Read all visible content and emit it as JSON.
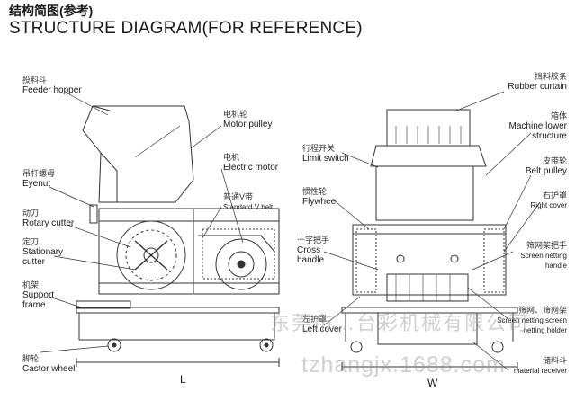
{
  "title_cn": "结构简图(参考)",
  "title_en": "STRUCTURE DIAGRAM(FOR REFERENCE)",
  "labels": {
    "feeder_hopper": {
      "cn": "投料斗",
      "en": "Feeder hopper"
    },
    "eyenut": {
      "cn": "吊杆螺母",
      "en": "Eyenut"
    },
    "rotary_cutter": {
      "cn": "动刀",
      "en": "Rotary cutter"
    },
    "stationary_cutter": {
      "cn": "定刀",
      "en": "Stationary",
      "en2": "cutter"
    },
    "support_frame": {
      "cn": "机架",
      "en": "Support",
      "en2": "frame"
    },
    "castor_wheel": {
      "cn": "脚轮",
      "en": "Castor wheel"
    },
    "motor_pulley": {
      "cn": "电机轮",
      "en": "Motor pulley"
    },
    "electric_motor": {
      "cn": "电机",
      "en": "Electric motor"
    },
    "standard_v_belt": {
      "cn": "普通V带",
      "en": "Standard V belt"
    },
    "limit_switch": {
      "cn": "行程开关",
      "en": "Limit switch"
    },
    "flywheel": {
      "cn": "惯性轮",
      "en": "Flywheel"
    },
    "cross_handle": {
      "cn": "十字把手",
      "en": "Cross",
      "en2": "handle"
    },
    "left_cover": {
      "cn": "左护罩",
      "en": "Left cover"
    },
    "rubber_curtain": {
      "cn": "挡料胶条",
      "en": "Rubber curtain"
    },
    "machine_lower_structure": {
      "cn": "箱体",
      "en": "Machine lower",
      "en2": "structure"
    },
    "belt_pulley": {
      "cn": "皮带轮",
      "en": "Belt pulley"
    },
    "right_cover": {
      "cn": "右护罩",
      "en": "Right cover"
    },
    "screen_netting_handle": {
      "cn": "筛网架把手",
      "en": "Screen netting",
      "en2": "handle"
    },
    "screen_netting_holder": {
      "cn": "筛网、筛网架",
      "en": "Screen netting screen",
      "en2": "netting holder"
    },
    "material_receiver": {
      "cn": "储料斗",
      "en": "material receiver"
    }
  },
  "dimensions": {
    "length": "L",
    "width": "W"
  },
  "watermark": {
    "cn": "东莞市…台彩机械有限公司",
    "url": "tzhangjx.1688.com"
  }
}
